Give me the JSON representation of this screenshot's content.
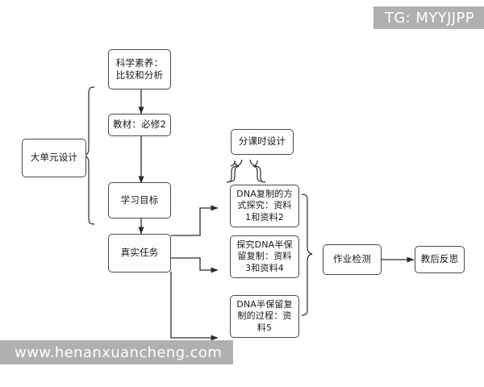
{
  "diagram": {
    "type": "flowchart",
    "background": "#ffffff",
    "node_fill": "#fdfdfd",
    "node_stroke": "#4a4a4a",
    "connector_color": "#2b2b2b",
    "nodes": [
      {
        "id": "unit-design",
        "label": "大单元设计"
      },
      {
        "id": "science-literacy",
        "label": "科学素养：\n比较和分析",
        "line1": "科学素养：",
        "line2": "比较和分析"
      },
      {
        "id": "textbook",
        "label": "教材：必修2"
      },
      {
        "id": "learning-goal",
        "label": "学习目标"
      },
      {
        "id": "real-task",
        "label": "真实任务"
      },
      {
        "id": "lesson-design",
        "label": "分课时设计"
      },
      {
        "id": "lesson-1",
        "label": "DNA复制的方式探究：资料1和资料2",
        "line1": "DNA复制的方",
        "line2": "式探究：资料",
        "line3": "1和资料2"
      },
      {
        "id": "lesson-2",
        "label": "探究DNA半保留复制：资料3和资料4",
        "line1": "探究DNA半保",
        "line2": "留复制：资料",
        "line3": "3和资料4"
      },
      {
        "id": "lesson-3",
        "label": "DNA半保留复制的过程：资料5",
        "line1": "DNA半保留复",
        "line2": "制的过程：资",
        "line3": "料5"
      },
      {
        "id": "homework-check",
        "label": "作业检测"
      },
      {
        "id": "post-reflection",
        "label": "教后反思"
      }
    ],
    "connectors": [
      {
        "from": "science-literacy",
        "to": "textbook",
        "style": "arrow"
      },
      {
        "from": "textbook",
        "to": "learning-goal",
        "style": "arrow"
      },
      {
        "from": "learning-goal",
        "to": "real-task",
        "style": "arrow"
      },
      {
        "from": "unit-design",
        "to": "chain-group",
        "style": "brace-right"
      },
      {
        "from": "real-task",
        "to": "lesson-1",
        "style": "arrow"
      },
      {
        "from": "real-task",
        "to": "lesson-2",
        "style": "arrow"
      },
      {
        "from": "real-task",
        "to": "lesson-3",
        "style": "arrow"
      },
      {
        "from": "lesson-design",
        "to": "lesson-group",
        "style": "brace-down"
      },
      {
        "from": "lesson-group",
        "to": "homework-check",
        "style": "brace-right"
      },
      {
        "from": "homework-check",
        "to": "post-reflection",
        "style": "arrow"
      }
    ]
  },
  "watermarks": {
    "top_right": "TG: MYYJJPP",
    "bottom_left": "www.henanxuancheng.com",
    "band_color": "#b0b0b0",
    "text_color": "#ffffff"
  }
}
